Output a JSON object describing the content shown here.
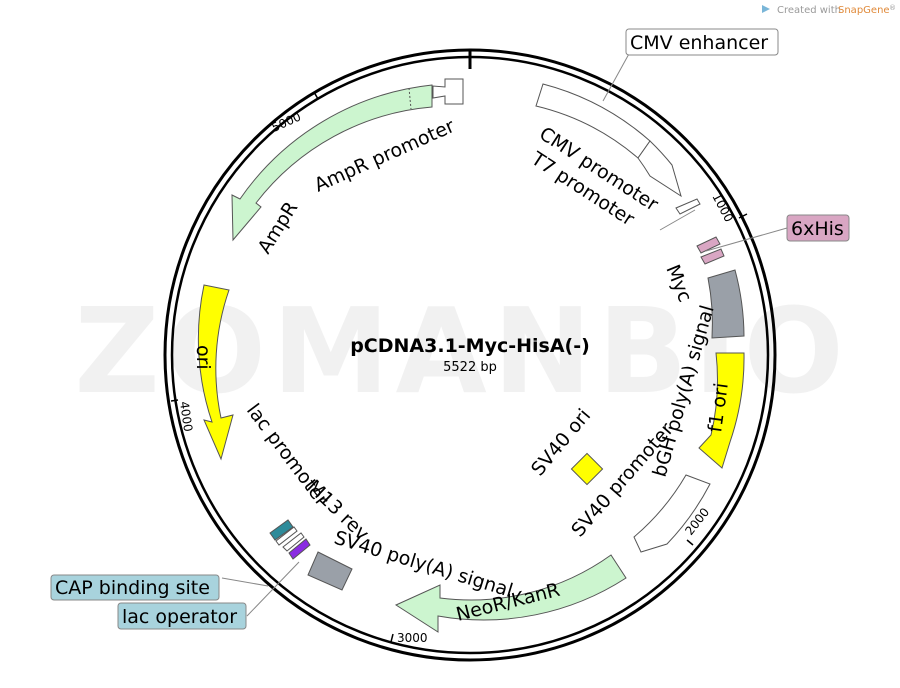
{
  "credit": {
    "prefix": "Created with",
    "brand": "SnapGene",
    "mark": "®"
  },
  "watermark": "ZOMANBIO",
  "plasmid": {
    "name": "pCDNA3.1-Myc-HisA(-)",
    "size": "5522 bp",
    "length": 5522
  },
  "ticks": [
    "1000",
    "2000",
    "3000",
    "4000",
    "5000"
  ],
  "features": [
    {
      "name": "CMV enhancer",
      "color": "#ffffff",
      "labeled_in_box": true
    },
    {
      "name": "CMV promoter",
      "color": "#ffffff"
    },
    {
      "name": "T7 promoter",
      "color": "#ffffff"
    },
    {
      "name": "6xHis",
      "color": "#d9a6c3",
      "labeled_in_box": true
    },
    {
      "name": "Myc",
      "color": "#d9a6c3"
    },
    {
      "name": "bGH poly(A) signal",
      "color": "#9aa0a8"
    },
    {
      "name": "f1 ori",
      "color": "#ffff00"
    },
    {
      "name": "SV40 promoter",
      "color": "#ffffff"
    },
    {
      "name": "SV40 ori",
      "color": "#ffff00"
    },
    {
      "name": "NeoR/KanR",
      "color": "#ccf5cf"
    },
    {
      "name": "SV40 poly(A) signal",
      "color": "#9aa0a8"
    },
    {
      "name": "M13 rev",
      "color": "#ffffff"
    },
    {
      "name": "lac operator",
      "color": "#a8d3dd",
      "labeled_in_box": true
    },
    {
      "name": "lac promoter",
      "color": "#ffffff"
    },
    {
      "name": "CAP binding site",
      "color": "#a8d3dd",
      "labeled_in_box": true
    },
    {
      "name": "ori",
      "color": "#ffff00"
    },
    {
      "name": "AmpR",
      "color": "#ccf5cf"
    },
    {
      "name": "AmpR promoter",
      "color": "#ffffff"
    }
  ]
}
